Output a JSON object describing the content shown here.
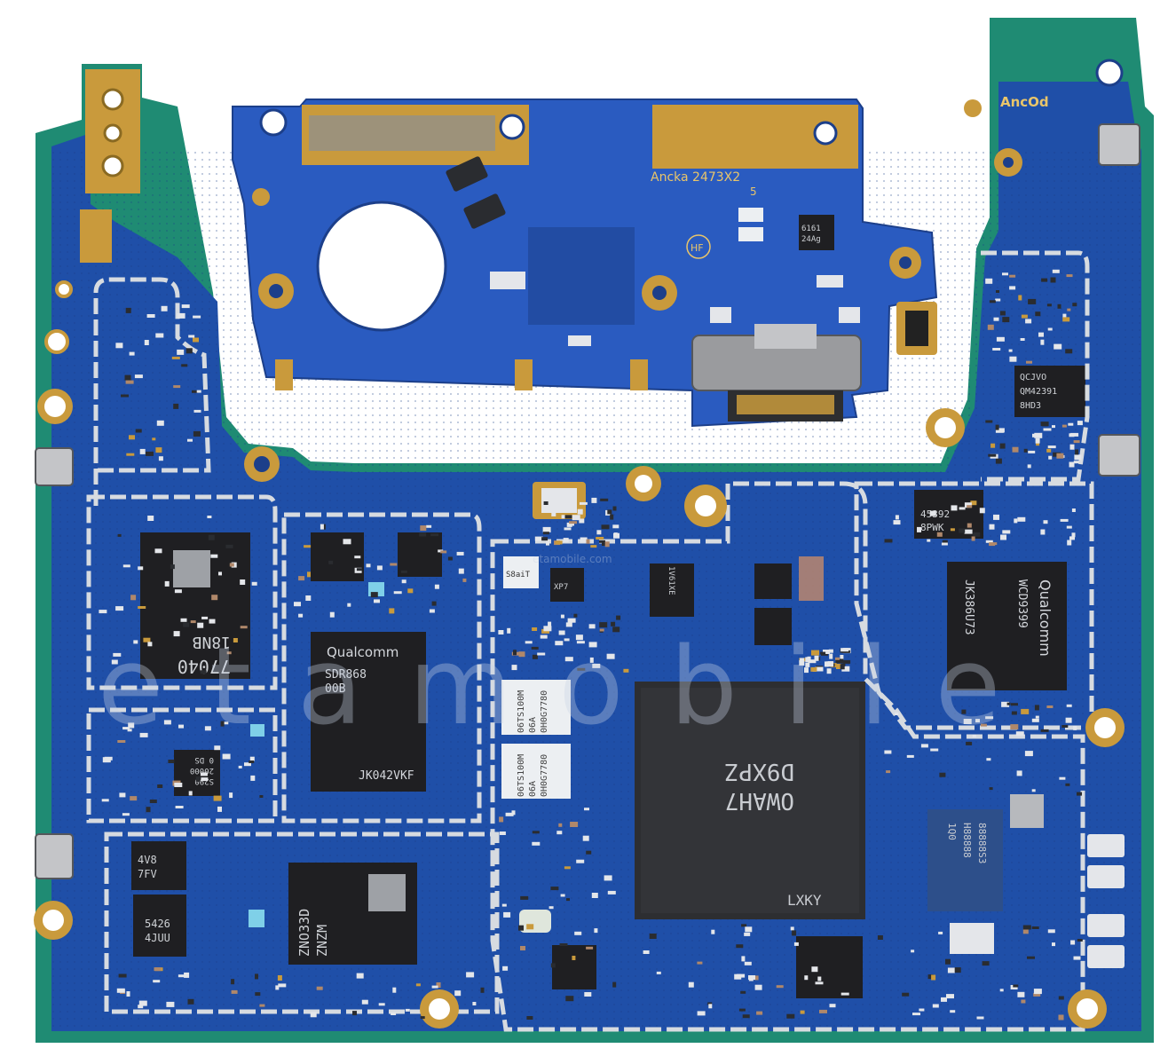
{
  "photo": {
    "subject": "smartphone mainboard and sub-board",
    "colors": {
      "pcb": "#1f4fa8",
      "pcb_edge": "#1f8b73",
      "gold": "#c99a3c",
      "chip": "#1f1f22",
      "shield_fence": "#d7dbe0",
      "watermark": "#c8d3e6"
    }
  },
  "subboard": {
    "silkscreen_top": "Ancka 2473X2",
    "silkscreen_num": "5",
    "hf_mark": "HF",
    "ic_label_l1": "6161",
    "ic_label_l2": "24Ag"
  },
  "rightboard": {
    "silkscreen": "AncOd",
    "chip_l1": "QCJVO",
    "chip_l2": "QM42391",
    "chip_l3": "8HD3"
  },
  "chips": {
    "memory_l1": "77040",
    "memory_l2": "18NB",
    "rf_brand": "Qualcomm",
    "rf_l1": "SDR868",
    "rf_l2": "00B",
    "rf_l3": "JK042VKF",
    "wifi_brand": "Qualcomm",
    "wifi_l1": "WCD9399",
    "wifi_l2": "JK386U73",
    "small_top_l1": "45392",
    "small_top_l2": "8PWK",
    "soc_l1": "OWAH7",
    "soc_l2": "D9XPZ",
    "soc_l3": "LXKY",
    "ufs_l1": "ZNO33D",
    "ufs_l2": "ZNZM",
    "pmic_a_l1": "4V8",
    "pmic_a_l2": "7FV",
    "pmic_b_l1": "5426",
    "pmic_b_l2": "4JUU",
    "mid_small_l1": "S290",
    "mid_small_l2": "20000",
    "mid_small_l3": "0 DS",
    "crystal_a_l1": "06TS100M",
    "crystal_a_l2": "06A",
    "crystal_a_l3": "0H0G7780",
    "crystal_b_l1": "06TS100M",
    "crystal_b_l2": "06A",
    "crystal_b_l3": "0H0G7780",
    "right_bga_l1": "88888S3",
    "right_bga_l2": "H88888",
    "right_bga_l3": "1Q0",
    "tiny_1": "XP7",
    "tiny_2": "1V61XE",
    "tiny_3": "S8aiT"
  },
  "watermark": {
    "text": "etamobile",
    "site": "etamobile.com"
  }
}
